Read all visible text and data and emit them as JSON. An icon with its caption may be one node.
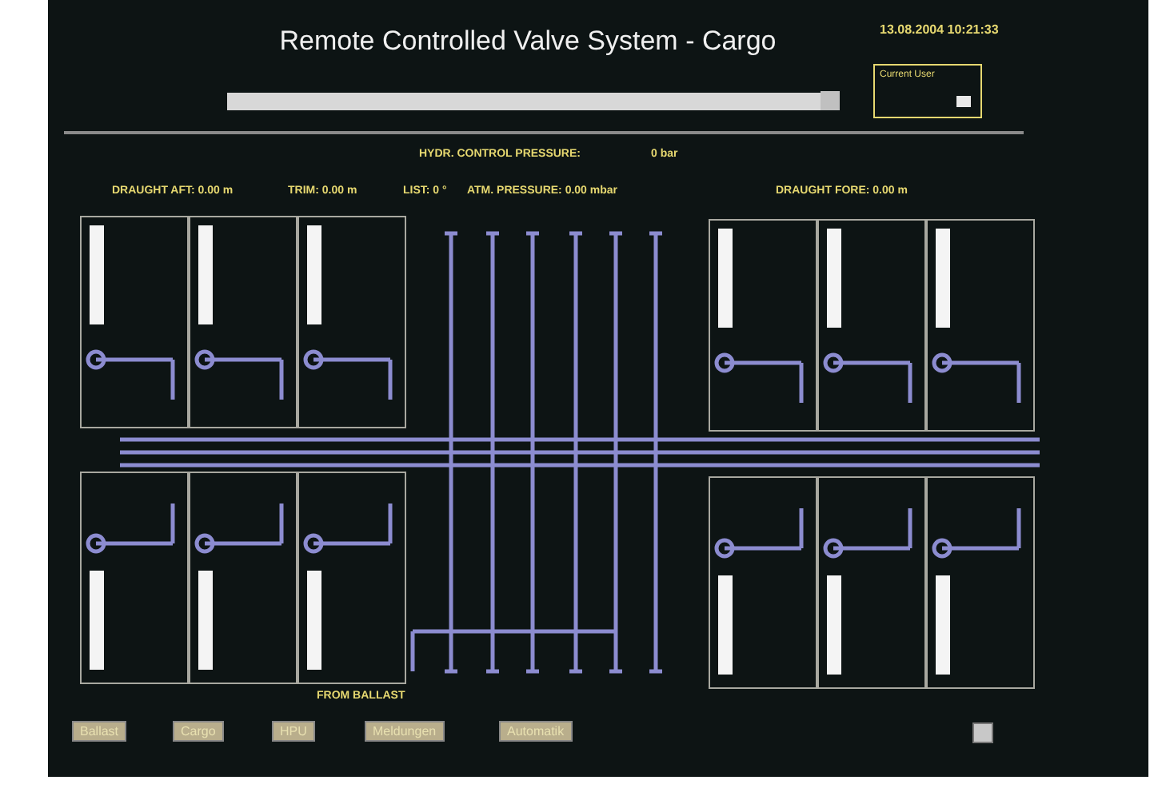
{
  "diagram": {
    "title": "Remote Controlled Valve System - Cargo",
    "nodes": [
      {
        "text": [],
        "shape": "box"
      },
      {
        "text": [],
        "shape": "box"
      },
      {
        "text": [],
        "shape": "box"
      },
      {
        "text": [],
        "shape": "box"
      },
      {
        "text": [],
        "shape": "box"
      },
      {
        "text": [],
        "shape": "box"
      },
      {
        "text": [],
        "shape": "box"
      },
      {
        "text": [],
        "shape": "box"
      },
      {
        "text": [],
        "shape": "box"
      },
      {
        "text": [],
        "shape": "box"
      },
      {
        "text": [],
        "shape": "box"
      },
      {
        "text": [],
        "shape": "box"
      }
    ],
    "labels": [
      "13.08.2004 10:21:33",
      "Current User",
      "HYDR. CONTROL PRESSURE:",
      "0 bar",
      "DRAUGHT AFT: 0.00 m",
      "TRIM: 0.00 m",
      "LIST: 0 °",
      "ATM. PRESSURE: 0.00 mbar",
      "DRAUGHT FORE: 0.00 m",
      "FROM BALLAST",
      "Ballast",
      "Cargo",
      "HPU",
      "Meldungen",
      "Automatik"
    ]
  }
}
